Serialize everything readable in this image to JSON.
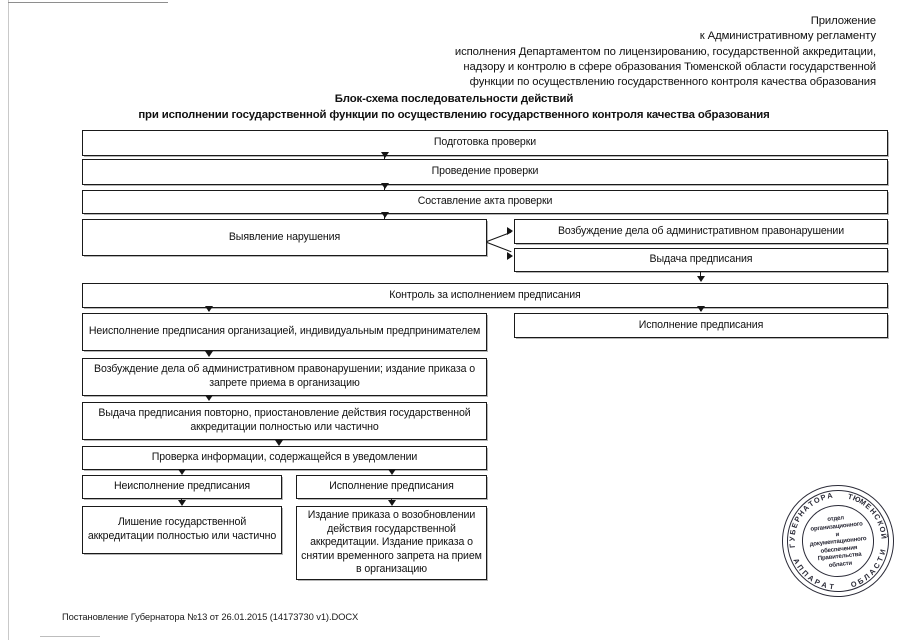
{
  "document": {
    "header_lines": [
      "Приложение",
      "к Административному регламенту",
      "исполнения Департаментом по лицензированию, государственной аккредитации,",
      "надзору и контролю в сфере образования Тюменской области государственной",
      "функции по осуществлению государственного контроля качества образования"
    ],
    "title_lines": [
      "Блок-схема последовательности действий",
      "при исполнении государственной функции по осуществлению государственного контроля качества образования"
    ],
    "footer": "Постановление Губернатора №13 от 26.01.2015 (14173730 v1).DOCX"
  },
  "flowchart": {
    "type": "flowchart",
    "orientation": "top-to-bottom",
    "nodes": [
      {
        "id": "n1",
        "label": "Подготовка проверки"
      },
      {
        "id": "n2",
        "label": "Проведение проверки"
      },
      {
        "id": "n3",
        "label": "Составление акта проверки"
      },
      {
        "id": "n4",
        "label": "Выявление нарушения"
      },
      {
        "id": "n5",
        "label": "Возбуждение дела об административном правонарушении"
      },
      {
        "id": "n6",
        "label": "Выдача предписания"
      },
      {
        "id": "n7",
        "label": "Контроль за исполнением предписания"
      },
      {
        "id": "n8",
        "label": "Неисполнение предписания организацией, индивидуальным предпринимателем"
      },
      {
        "id": "n9",
        "label": "Исполнение предписания"
      },
      {
        "id": "n10",
        "label": "Возбуждение дела об административном правонарушении; издание приказа о запрете приема в организацию"
      },
      {
        "id": "n11",
        "label": "Выдача предписания повторно, приостановление действия государственной аккредитации полностью или частично"
      },
      {
        "id": "n12",
        "label": "Проверка информации, содержащейся в уведомлении"
      },
      {
        "id": "n13",
        "label": "Неисполнение предписания"
      },
      {
        "id": "n14",
        "label": "Исполнение предписания"
      },
      {
        "id": "n15",
        "label": "Лишение государственной аккредитации полностью или частично"
      },
      {
        "id": "n16",
        "label": "Издание приказа о возобновлении действия государственной аккредитации. Издание приказа о снятии временного запрета на прием в организацию"
      }
    ],
    "edges": [
      {
        "from": "n1",
        "to": "n2"
      },
      {
        "from": "n2",
        "to": "n3"
      },
      {
        "from": "n3",
        "to": "n4"
      },
      {
        "from": "n4",
        "to": "n5"
      },
      {
        "from": "n4",
        "to": "n6"
      },
      {
        "from": "n6",
        "to": "n7"
      },
      {
        "from": "n7",
        "to": "n8"
      },
      {
        "from": "n7",
        "to": "n9"
      },
      {
        "from": "n8",
        "to": "n10"
      },
      {
        "from": "n10",
        "to": "n11"
      },
      {
        "from": "n11",
        "to": "n12"
      },
      {
        "from": "n12",
        "to": "n13"
      },
      {
        "from": "n12",
        "to": "n14"
      },
      {
        "from": "n13",
        "to": "n15"
      },
      {
        "from": "n14",
        "to": "n16"
      }
    ]
  },
  "seal": {
    "inner_lines": [
      "отдел",
      "организационного",
      "и",
      "документационного",
      "обеспечения",
      "Правительства",
      "области"
    ],
    "outer_top": "ГУБЕРНАТОРА  ТЮМЕНСКОЙ",
    "outer_bottom": "АППАРАТ  ОБЛАСТИ"
  },
  "colors": {
    "ink": "#151515",
    "paper": "#ffffff",
    "seal_ink": "#2b2b38"
  }
}
